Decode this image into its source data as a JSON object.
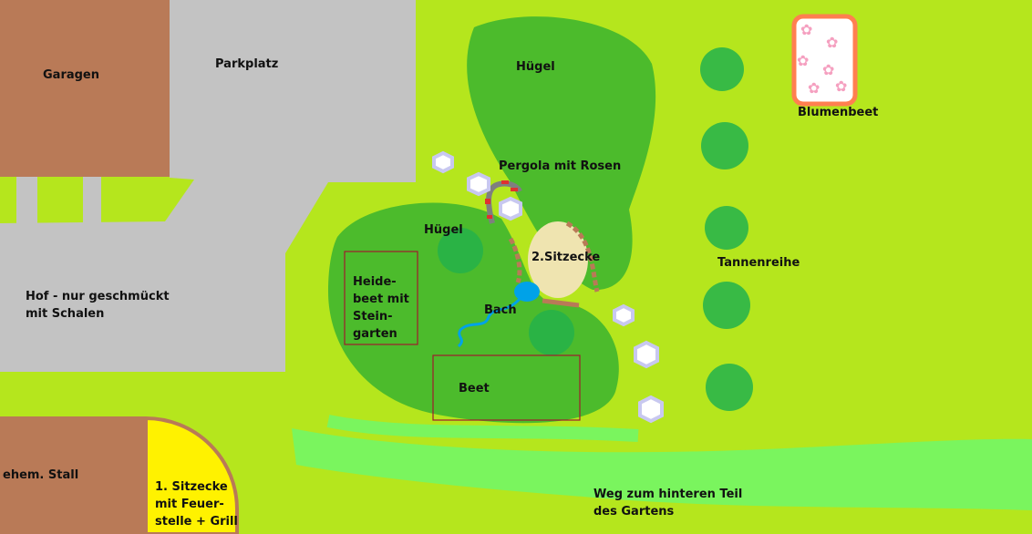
{
  "labels": {
    "garagen": "Garagen",
    "parkplatz": "Parkplatz",
    "hof": "Hof - nur geschmückt\nmit Schalen",
    "stall": "ehem. Stall",
    "sitzecke1": "1. Sitzecke\nmit Feuer-\nstelle + Grill",
    "huegel_top": "Hügel",
    "huegel_left": "Hügel",
    "pergola": "Pergola mit Rosen",
    "sitzecke2": "2.Sitzecke",
    "heidebeet": "Heide-\nbeet mit\nStein-\ngarten",
    "bach": "Bach",
    "beet": "Beet",
    "tannenreihe": "Tannenreihe",
    "blumenbeet": "Blumenbeet",
    "weg": "Weg zum hinteren Teil\ndes Gartens"
  },
  "colors": {
    "lawn": "#b5e61d",
    "hill": "#4cbb2c",
    "tree": "#22b14c",
    "building": "#b97a57",
    "paved": "#c3c3c3",
    "seat1": "#fff200",
    "seat2": "#efe4b0",
    "water": "#00a2e8",
    "path": "#7af55e",
    "bed_border": "#a01c2c",
    "flowerbed_border": "#ff7f50",
    "flower": "#f5a0c0"
  }
}
